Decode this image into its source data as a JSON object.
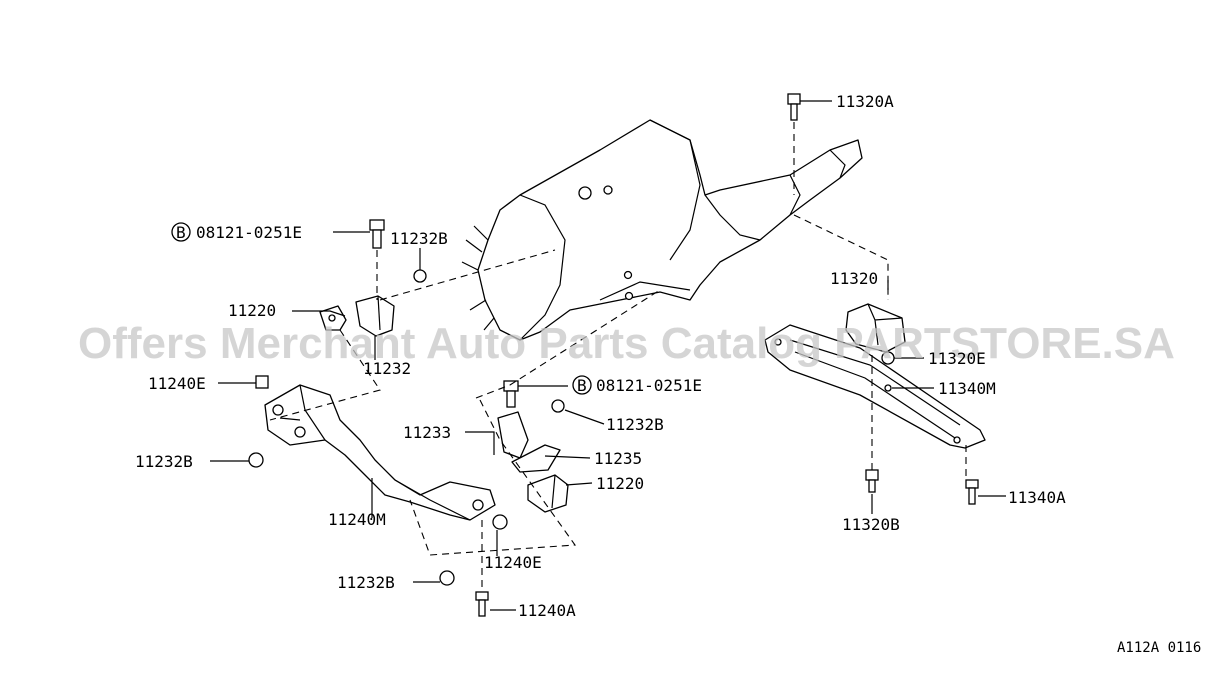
{
  "watermark": "Offers Merchant Auto Parts Catalog PARTSTORE.SA",
  "diagram_code": "A112A 0116",
  "labels": {
    "l_11320A": "11320A",
    "l_08121_top": "08121-0251E",
    "l_08121_mid": "08121-0251E",
    "l_11232B_top": "11232B",
    "l_11220_left": "11220",
    "l_11232": "11232",
    "l_11240E_left": "11240E",
    "l_11232B_left": "11232B",
    "l_11240M": "11240M",
    "l_11232B_bottom": "11232B",
    "l_11240A": "11240A",
    "l_11240E_bottom": "11240E",
    "l_11233": "11233",
    "l_11232B_mid": "11232B",
    "l_11235": "11235",
    "l_11220_mid": "11220",
    "l_11320": "11320",
    "l_11320E": "11320E",
    "l_11340M": "11340M",
    "l_11340A": "11340A",
    "l_11320B": "11320B",
    "bolt_symbol": "B"
  }
}
